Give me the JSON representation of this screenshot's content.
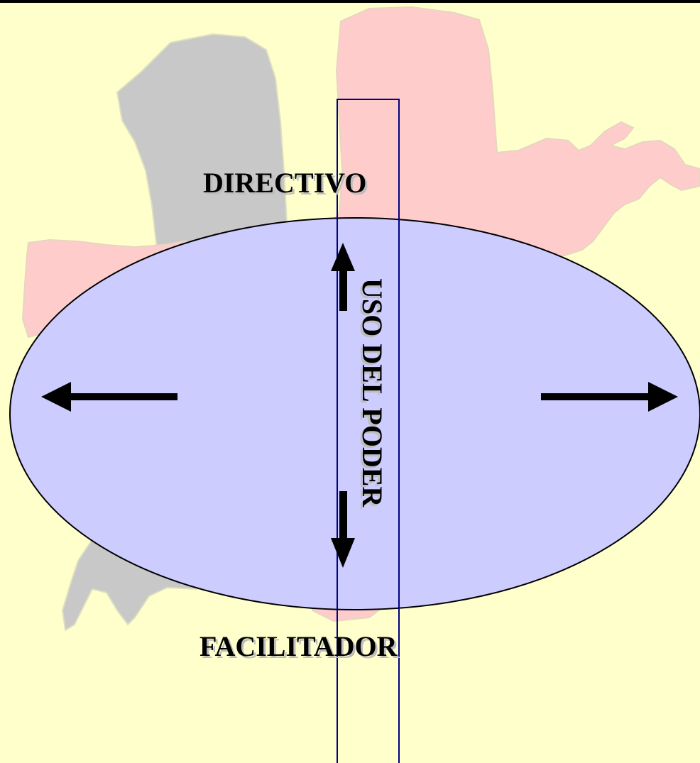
{
  "slide": {
    "label_top": "DIRECTIVO",
    "label_bottom": "FACILITADOR",
    "label_vertical": "USO DEL PODER"
  },
  "colors": {
    "background": "#FFFFCC",
    "top_border": "#000000",
    "ellipse_fill": "#CCCCFF",
    "ellipse_stroke": "#000000",
    "gray_figure": "#C8C8C8",
    "pink_figure": "#FFCCCC",
    "figure_outline": "#E6E6C8",
    "vertical_box_stroke": "#000080",
    "arrow": "#000000",
    "text": "#000000"
  },
  "icons": {
    "arrow_left": "arrow-left-icon",
    "arrow_right": "arrow-right-icon",
    "arrow_up": "arrow-up-icon",
    "arrow_down": "arrow-down-icon"
  }
}
